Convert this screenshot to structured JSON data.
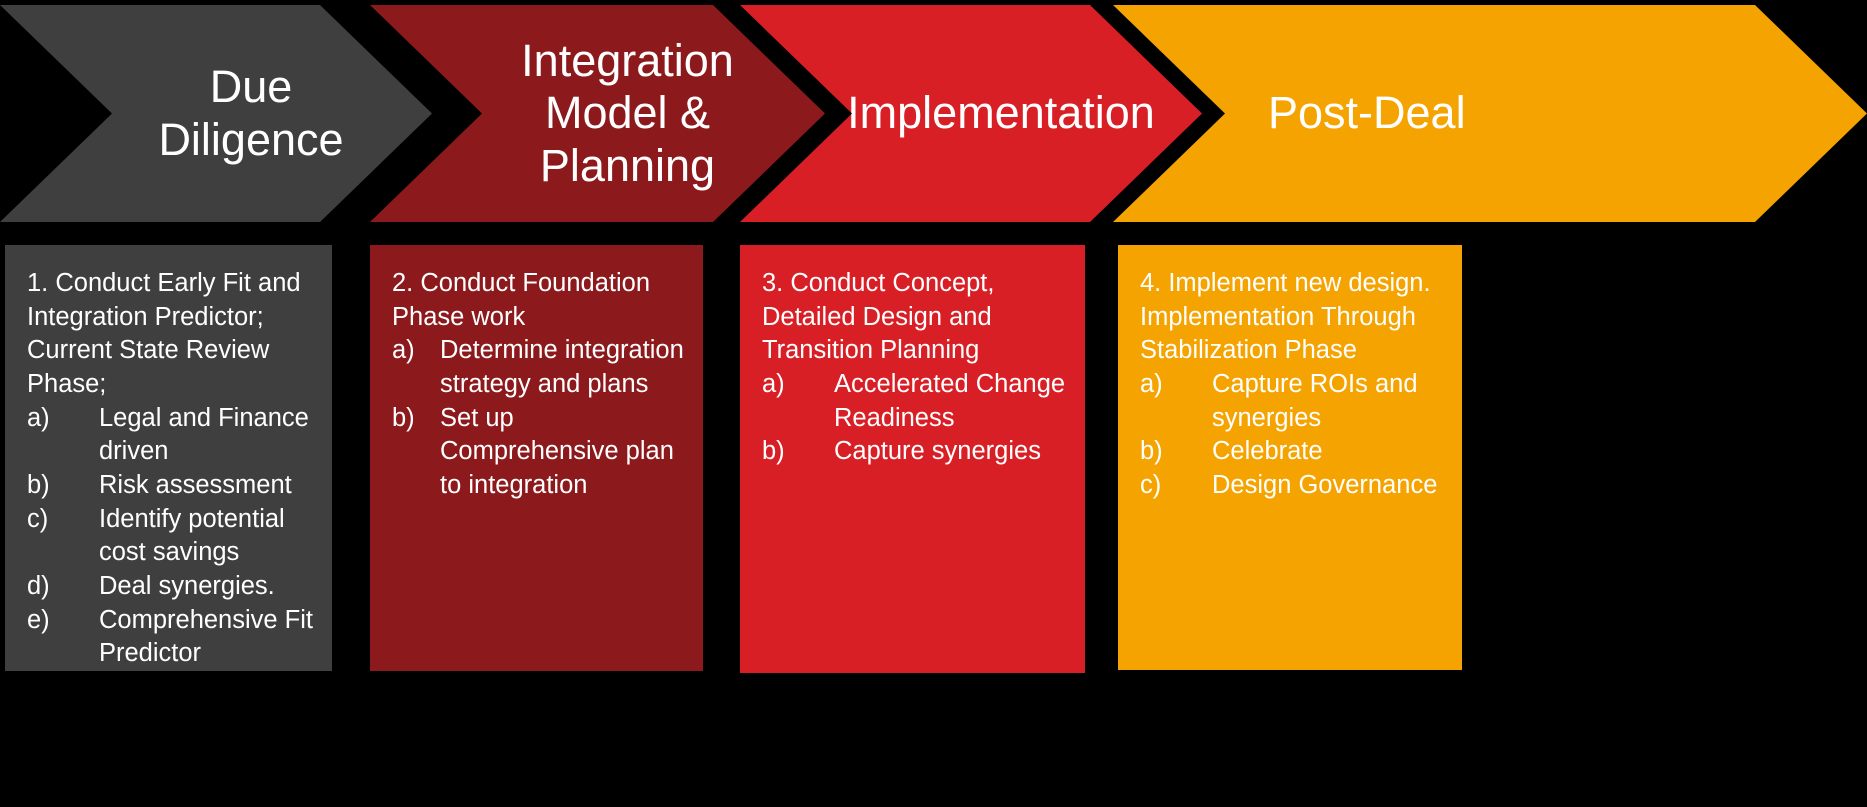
{
  "background_color": "#000000",
  "phases": [
    {
      "id": "due-diligence",
      "title": "Due\nDiligence",
      "color": "#3F3F3F",
      "heading": "1. Conduct Early Fit and Integration Predictor; Current State Review Phase;",
      "items": [
        {
          "marker": "a)",
          "text": "Legal and Finance driven"
        },
        {
          "marker": "b)",
          "text": "Risk assessment"
        },
        {
          "marker": "c)",
          "text": "Identify potential cost savings"
        },
        {
          "marker": "d)",
          "text": "Deal synergies."
        },
        {
          "marker": "e)",
          "text": "Comprehensive Fit Predictor"
        }
      ]
    },
    {
      "id": "integration-model-and-planning",
      "title": "Integration\nModel &\nPlanning",
      "color": "#8C1A1D",
      "heading": "2. Conduct Foundation Phase work",
      "items": [
        {
          "marker": "a)",
          "text": "Determine integration strategy and plans"
        },
        {
          "marker": "b)",
          "text": "Set up Comprehensive plan to integration"
        }
      ]
    },
    {
      "id": "implementation",
      "title": "Implementation",
      "color": "#D91F26",
      "heading": "3. Conduct Concept, Detailed Design and Transition Planning",
      "items": [
        {
          "marker": "a)",
          "text": "Accelerated Change Readiness"
        },
        {
          "marker": "b)",
          "text": "Capture synergies"
        }
      ]
    },
    {
      "id": "post-deal",
      "title": "Post-Deal",
      "color": "#F5A300",
      "heading": "4. Implement new design. Implementation Through Stabilization Phase",
      "items": [
        {
          "marker": "a)",
          "text": "Capture ROIs and synergies"
        },
        {
          "marker": "b)",
          "text": "Celebrate"
        },
        {
          "marker": "c)",
          "text": "Design Governance"
        }
      ]
    }
  ]
}
